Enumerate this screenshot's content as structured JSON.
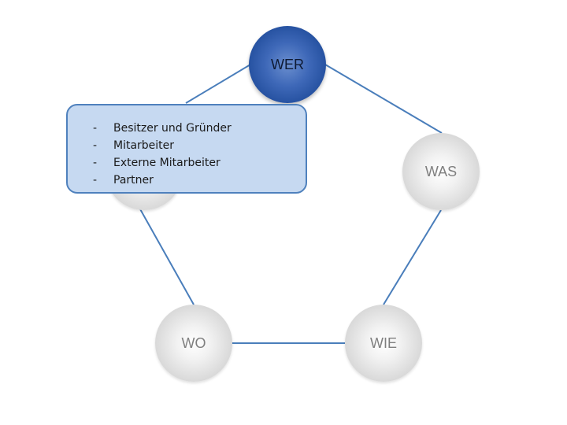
{
  "nodes": {
    "wer": "WER",
    "was": "WAS",
    "wie": "WIE",
    "wo": "WO"
  },
  "callout": {
    "items": [
      "Besitzer und Gründer",
      "Mitarbeiter",
      "Externe Mitarbeiter",
      "Partner"
    ]
  },
  "colors": {
    "connector": "#4a7ebb",
    "highlight_node": "#234f9e",
    "callout_fill": "#c6d9f1",
    "callout_border": "#4f81bd"
  }
}
